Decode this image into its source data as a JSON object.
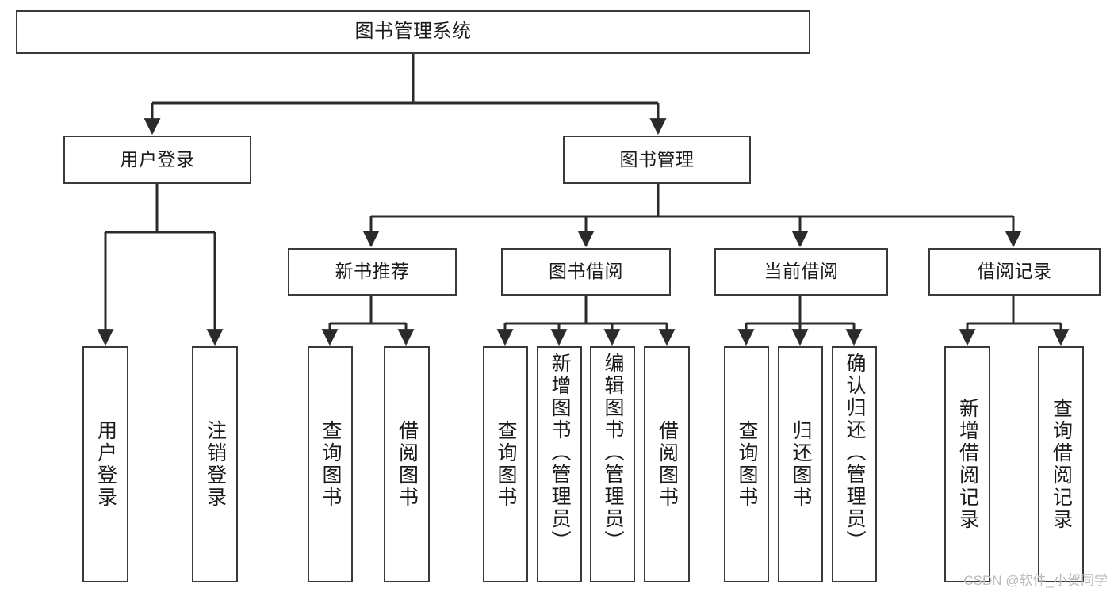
{
  "diagram": {
    "type": "tree",
    "title": "图书管理系统",
    "orientation": "top-down",
    "colors": {
      "box_border": "#3a3a3a",
      "box_fill": "#ffffff",
      "edge": "#2b2b2b",
      "text": "#1a1a1a",
      "watermark": "#b9b9b9",
      "background": "#ffffff"
    }
  },
  "nodes": {
    "root": {
      "label": "图书管理系统",
      "level": 1
    },
    "level2": [
      {
        "id": "user-login",
        "label": "用户登录"
      },
      {
        "id": "book-manage",
        "label": "图书管理"
      }
    ],
    "level3": [
      {
        "id": "new-book-recommend",
        "label": "新书推荐",
        "parent": "book-manage"
      },
      {
        "id": "book-borrow",
        "label": "图书借阅",
        "parent": "book-manage"
      },
      {
        "id": "current-borrow",
        "label": "当前借阅",
        "parent": "book-manage"
      },
      {
        "id": "borrow-record",
        "label": "借阅记录",
        "parent": "book-manage"
      }
    ],
    "leaves": [
      {
        "id": "leaf-user-login",
        "label": "用户登录",
        "parent": "user-login"
      },
      {
        "id": "leaf-user-logout",
        "label": "注销登录",
        "parent": "user-login"
      },
      {
        "id": "leaf-query-book-1",
        "label": "查询图书",
        "parent": "new-book-recommend"
      },
      {
        "id": "leaf-borrow-book-1",
        "label": "借阅图书",
        "parent": "new-book-recommend"
      },
      {
        "id": "leaf-query-book-2",
        "label": "查询图书",
        "parent": "book-borrow"
      },
      {
        "id": "leaf-add-book",
        "label": "新增图书（管理员）",
        "parent": "book-borrow"
      },
      {
        "id": "leaf-edit-book",
        "label": "编辑图书（管理员）",
        "parent": "book-borrow"
      },
      {
        "id": "leaf-borrow-book-2",
        "label": "借阅图书",
        "parent": "book-borrow"
      },
      {
        "id": "leaf-query-book-3",
        "label": "查询图书",
        "parent": "current-borrow"
      },
      {
        "id": "leaf-return-book",
        "label": "归还图书",
        "parent": "current-borrow"
      },
      {
        "id": "leaf-confirm-return",
        "label": "确认归还（管理员）",
        "parent": "current-borrow"
      },
      {
        "id": "leaf-add-record",
        "label": "新增借阅记录",
        "parent": "borrow-record"
      },
      {
        "id": "leaf-query-record",
        "label": "查询借阅记录",
        "parent": "borrow-record"
      }
    ]
  },
  "watermark": {
    "text": "CSDN @软件_小贺同学"
  }
}
